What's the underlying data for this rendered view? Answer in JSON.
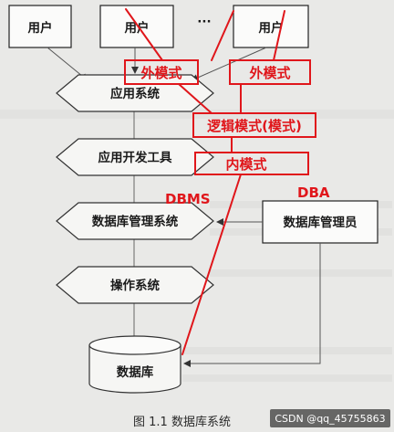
{
  "users": {
    "user1": "用户",
    "user2": "用户",
    "ellipsis": "···",
    "user3": "用户"
  },
  "layers": {
    "app_system": "应用系统",
    "app_dev_tools": "应用开发工具",
    "dbms_box": "数据库管理系统",
    "os": "操作系统",
    "database": "数据库"
  },
  "dba_box": "数据库管理员",
  "annotations": {
    "external_schema_1": "外模式",
    "external_schema_2": "外模式",
    "logical_schema": "逻辑模式(模式)",
    "internal_schema": "内模式",
    "dbms_label": "DBMS",
    "dba_label": "DBA"
  },
  "caption": "图 1.1    数据库系统",
  "watermark": "CSDN @qq_45755863",
  "colors": {
    "background": "#e9e9e7",
    "ink": "#1a1a1a",
    "annotation_red": "#e0161b",
    "watermark_bg": "#3a3a3a"
  }
}
